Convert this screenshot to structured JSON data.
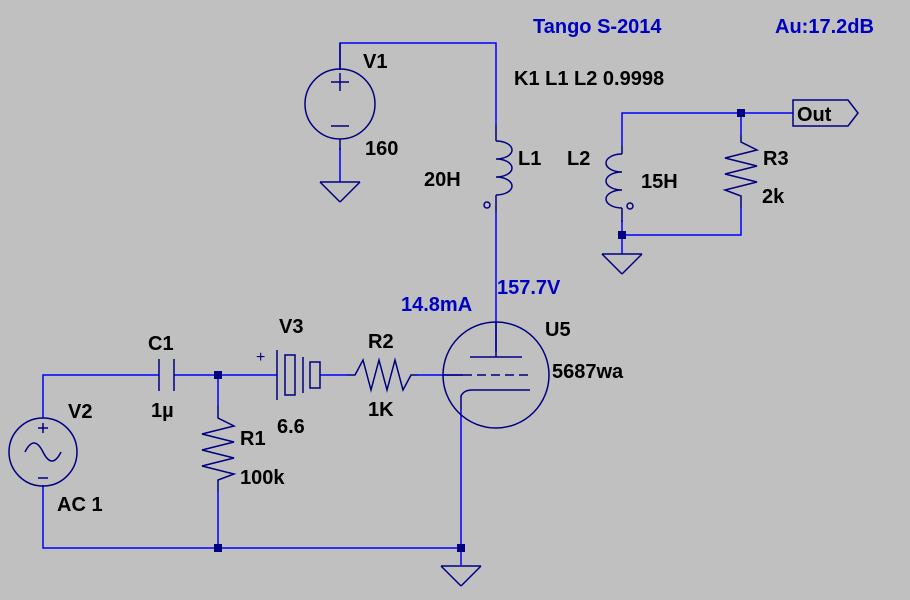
{
  "colors": {
    "background": "#c0c0c0",
    "wire": "#0000ff",
    "component": "#000080",
    "label": "#000000",
    "annotation": "#0000c0"
  },
  "header": {
    "title": "Tango S-2014",
    "gain": "Au:17.2dB"
  },
  "directive": "K1 L1 L2 0.9998",
  "components": {
    "v1": {
      "name": "V1",
      "value": "160"
    },
    "l1": {
      "name": "L1",
      "value": "20H"
    },
    "l2": {
      "name": "L2",
      "value": "15H"
    },
    "r3": {
      "name": "R3",
      "value": "2k"
    },
    "c1": {
      "name": "C1",
      "value": "1µ"
    },
    "v3": {
      "name": "V3",
      "value": "6.6"
    },
    "r2": {
      "name": "R2",
      "value": "1K"
    },
    "u5": {
      "name": "U5",
      "value": "5687wa"
    },
    "v2": {
      "name": "V2",
      "value": "AC 1"
    },
    "r1": {
      "name": "R1",
      "value": "100k"
    }
  },
  "output_label": "Out",
  "annotations": {
    "plate_current": "14.8mA",
    "plate_voltage": "157.7V"
  }
}
